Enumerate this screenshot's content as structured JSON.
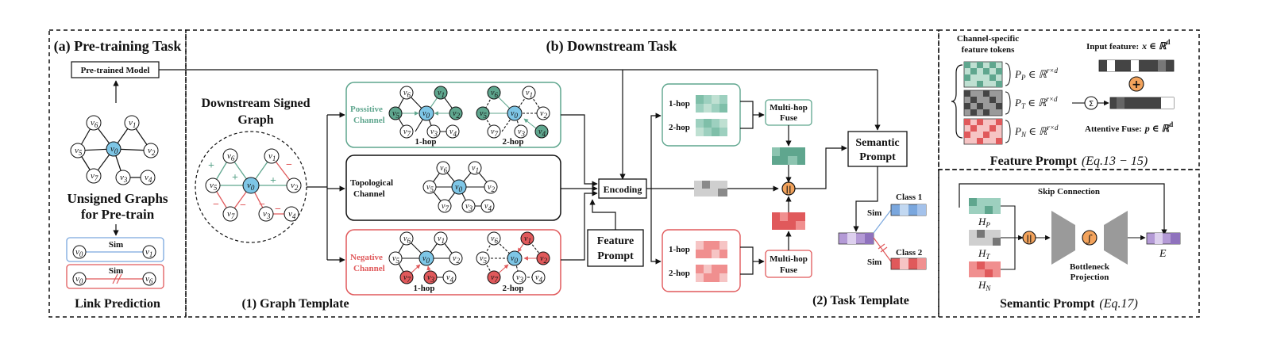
{
  "colors": {
    "green": "#5fa68e",
    "green_light": "#bfe0d2",
    "red": "#e0595b",
    "red_light": "#f6c4c4",
    "blue_node": "#7ec6e6",
    "gray_dark": "#444444",
    "purple": "#b49ad6",
    "blue_vec": "#7aa7de",
    "orange": "#f3a35c",
    "gray_trap": "#9a9a9a"
  },
  "sections": {
    "pretraining": {
      "title": "(a) Pre-training Task",
      "model_label": "Pre-trained Model",
      "graph_caption_1": "Unsigned Graphs",
      "graph_caption_2": "for Pre-train",
      "sim_label": "Sim",
      "caption": "Link Prediction"
    },
    "downstream": {
      "title": "(b) Downstream Task",
      "graph_title_1": "Downstream Signed",
      "graph_title_2": "Graph",
      "positive_1": "Possitive",
      "positive_2": "Channel",
      "topological_1": "Topological",
      "topological_2": "Channel",
      "negative_1": "Negative",
      "negative_2": "Channel",
      "hop1": "1-hop",
      "hop2": "2-hop",
      "encoding": "Encoding",
      "feature_prompt_1": "Feature",
      "feature_prompt_2": "Prompt",
      "multihop_1": "Multi-hop",
      "multihop_2": "Fuse",
      "semantic_1": "Semantic",
      "semantic_2": "Prompt",
      "sim": "Sim",
      "class1": "Class 1",
      "class2": "Class 2",
      "graph_template": "(1) Graph Template",
      "task_template": "(2) Task Template"
    },
    "feature_prompt": {
      "tokens_1": "Channel-specific",
      "tokens_2": "feature tokens",
      "input_feature": "Input feature:",
      "input_math": "x ∈ ℝ",
      "input_sup": "d",
      "pp": "P",
      "pp_sub": "P",
      "pt_sub": "T",
      "pn_sub": "N",
      "space": "∈ ℝ",
      "space_sup": "r×d",
      "attentive": "Attentive Fuse:",
      "attentive_math": "p ∈ ℝ",
      "attentive_sup": "d",
      "caption": "Feature Prompt",
      "eq": "(Eq.13 − 15)"
    },
    "semantic_prompt": {
      "skip": "Skip Connection",
      "h": "H",
      "h_p": "P",
      "h_t": "T",
      "h_n": "N",
      "bottleneck_1": "Bottleneck",
      "bottleneck_2": "Projection",
      "e": "E",
      "caption": "Semantic Prompt",
      "eq": "(Eq.17)"
    }
  },
  "node_labels": {
    "v": "v",
    "sub0": "0",
    "sub1": "1",
    "sub2": "2",
    "sub3": "3",
    "sub4": "4",
    "sub5": "5",
    "sub6": "6",
    "sub7": "7"
  },
  "edge_signs": {
    "plus": "+",
    "minus": "−"
  }
}
